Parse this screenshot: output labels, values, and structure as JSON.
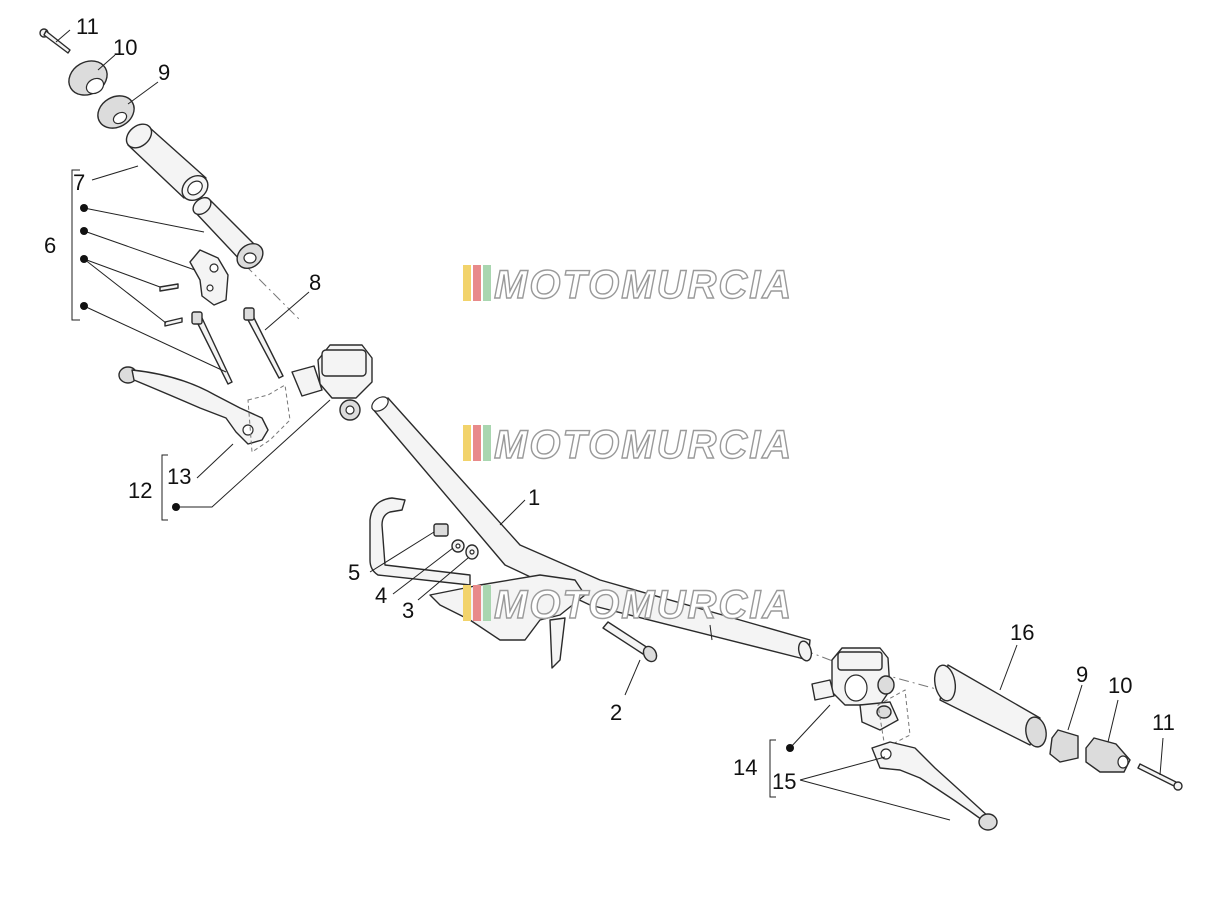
{
  "watermark": {
    "text": "MOTOMURCIA",
    "stripe_colors": [
      "#f2d36b",
      "#e88a8a",
      "#a9d6b0"
    ]
  },
  "callouts": {
    "n1": "1",
    "n2": "2",
    "n3": "3",
    "n4": "4",
    "n5": "5",
    "n6": "6",
    "n7": "7",
    "n8": "8",
    "n9a": "9",
    "n10a": "10",
    "n11a": "11",
    "n12": "12",
    "n13": "13",
    "n14": "14",
    "n15": "15",
    "n16": "16",
    "n9b": "9",
    "n10b": "10",
    "n11b": "11"
  }
}
